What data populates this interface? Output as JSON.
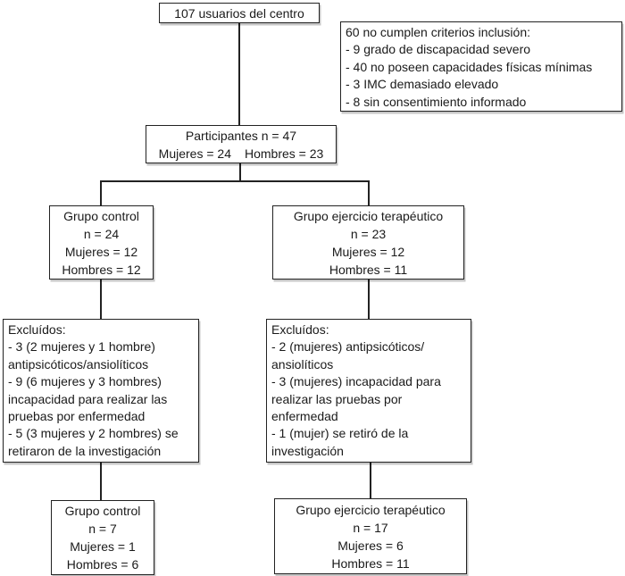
{
  "colors": {
    "background": "#ffffff",
    "box_fill": "#ffffff",
    "border": "#222222",
    "text": "#1a1a1a"
  },
  "flowchart": {
    "source": {
      "label": "107 usuarios del centro"
    },
    "exclusion_criteria": {
      "title": "60 no cumplen criterios inclusión:",
      "items": [
        "- 9 grado de discapacidad severo",
        "- 40 no poseen capacidades físicas mínimas",
        "- 3 IMC demasiado elevado",
        "- 8 sin consentimiento informado"
      ]
    },
    "participants": {
      "line1": "Participantes n = 47",
      "mujeres": "Mujeres = 24",
      "hombres": "Hombres = 23"
    },
    "control_group": {
      "title": "Grupo control",
      "n": "n = 24",
      "mujeres": "Mujeres = 12",
      "hombres": "Hombres = 12"
    },
    "exercise_group": {
      "title": "Grupo ejercicio terapéutico",
      "n": "n = 23",
      "mujeres": "Mujeres = 12",
      "hombres": "Hombres = 11"
    },
    "control_excluded": {
      "title": "Excluídos:",
      "lines": [
        "- 3 (2 mujeres y 1 hombre)",
        "antipsicóticos/ansiolíticos",
        "- 9 (6 mujeres y 3 hombres)",
        "incapacidad para realizar las",
        "pruebas por enfermedad",
        "- 5 (3 mujeres y 2 hombres) se",
        "retiraron de la investigación"
      ]
    },
    "exercise_excluded": {
      "title": "Excluídos:",
      "lines": [
        "- 2 (mujeres) antipsicóticos/",
        "ansiolíticos",
        "- 3 (mujeres) incapacidad para",
        "realizar las pruebas por",
        "enfermedad",
        "- 1 (mujer) se retiró de la",
        "investigación"
      ]
    },
    "control_final": {
      "title": "Grupo control",
      "n": "n = 7",
      "mujeres": "Mujeres = 1",
      "hombres": "Hombres = 6"
    },
    "exercise_final": {
      "title": "Grupo ejercicio terapéutico",
      "n": "n = 17",
      "mujeres": "Mujeres = 6",
      "hombres": "Hombres = 11"
    }
  }
}
